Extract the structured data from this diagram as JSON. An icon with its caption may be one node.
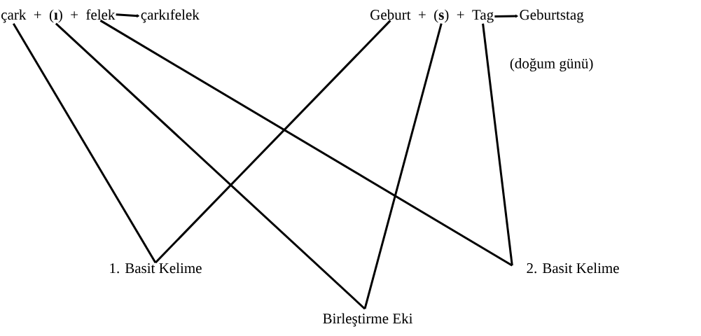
{
  "diagram": {
    "nodes": [
      {
        "text": [
          "çark"
        ]
      },
      {
        "text": [
          "(**ı**)"
        ]
      },
      {
        "text": [
          "felek"
        ]
      },
      {
        "text": [
          "çarkıfelek"
        ]
      },
      {
        "text": [
          "Geburt"
        ]
      },
      {
        "text": [
          "(**s**)"
        ]
      },
      {
        "text": [
          "Tag"
        ]
      },
      {
        "text": [
          "Geburtstag"
        ],
        "beside": [
          "(doğum günü)"
        ]
      },
      {
        "text": [
          "1. Basit Kelime"
        ]
      },
      {
        "text": [
          "Birleştirme Eki"
        ]
      },
      {
        "text": [
          "2. Basit Kelime"
        ]
      }
    ],
    "edges": [
      {
        "from": 2,
        "to": 3,
        "arrow": "to"
      },
      {
        "from": 6,
        "to": 7,
        "arrow": "to"
      },
      {
        "from": 0,
        "to": 8,
        "arrow": "none"
      },
      {
        "from": 4,
        "to": 8,
        "arrow": "none"
      },
      {
        "from": 1,
        "to": 9,
        "arrow": "none"
      },
      {
        "from": 5,
        "to": 9,
        "arrow": "none"
      },
      {
        "from": 2,
        "to": 10,
        "arrow": "none"
      },
      {
        "from": 6,
        "to": 10,
        "arrow": "none"
      }
    ],
    "labels": [
      "+",
      "+",
      "+",
      "+"
    ]
  }
}
